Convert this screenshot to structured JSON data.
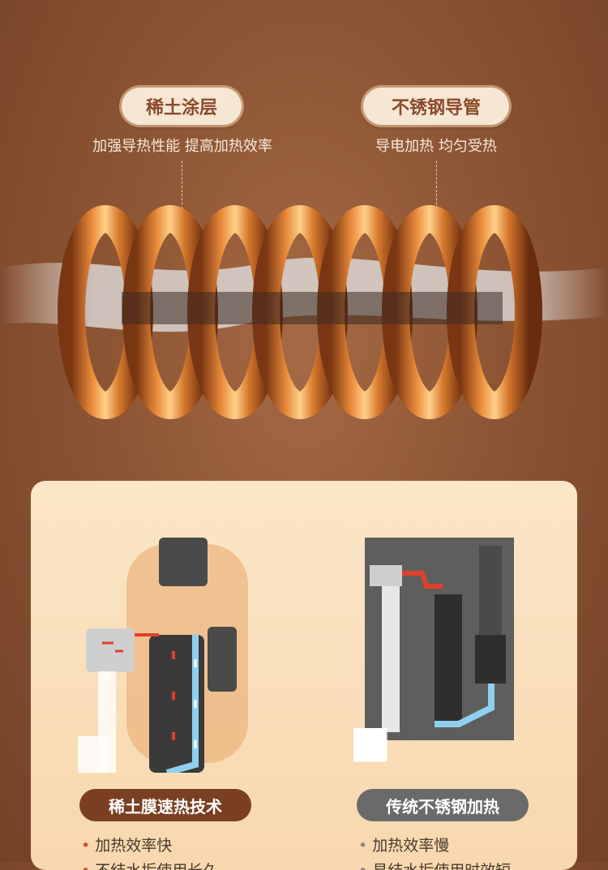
{
  "features": [
    {
      "title": "稀土涂层",
      "desc": "加强导热性能 提高加热效率"
    },
    {
      "title": "不锈钢导管",
      "desc": "导电加热 均匀受热"
    }
  ],
  "compare": {
    "left": {
      "label": "稀土膜速热技术",
      "bullets": [
        "加热效率快",
        "不结水垢使用长久"
      ]
    },
    "right": {
      "label": "传统不锈钢加热",
      "bullets": [
        "加热效率慢",
        "易结水垢使用时效短"
      ]
    }
  },
  "colors": {
    "copper": "#d97a2c",
    "pill_left": "#7a3f22",
    "pill_right": "#6a6a6a",
    "accent_red": "#e0402a",
    "water_blue": "#7fc6e6"
  }
}
